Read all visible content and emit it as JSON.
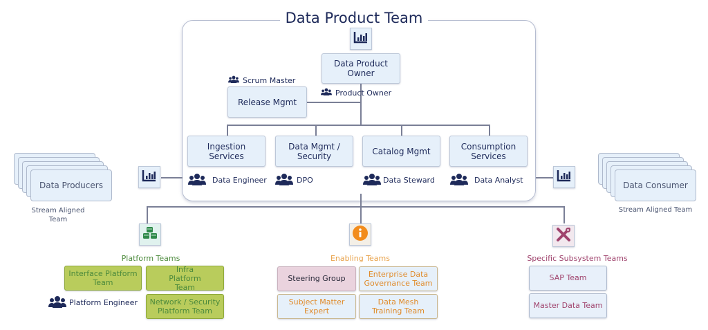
{
  "title": "Data Product Team",
  "colors": {
    "navy": "#1e2a5a",
    "box_fill": "#e6f0fa",
    "platform_green": "#4c8a3c",
    "platform_fill": "#b9cc5c",
    "enabling_orange": "#e08a2a",
    "subsystem_magenta": "#a0446e",
    "steering_pink": "#ead3de"
  },
  "icons": {
    "dashboard": "bar-chart-icon",
    "platform": "cubes-icon",
    "enabling": "info-icon",
    "subsystem": "tools-icon",
    "role": "users-icon"
  },
  "product_team": {
    "owner_box": "Data Product Owner",
    "owner_role": "Product Owner",
    "release_box": "Release Mgmt",
    "release_role": "Scrum Master",
    "services": [
      {
        "label": "Ingestion Services",
        "role": "Data Engineer"
      },
      {
        "label": "Data Mgmt / Security",
        "role": "DPO"
      },
      {
        "label": "Catalog Mgmt",
        "role": "Data Steward"
      },
      {
        "label": "Consumption Services",
        "role": "Data Analyst"
      }
    ]
  },
  "producers": {
    "label": "Data Producers",
    "caption": "Stream Aligned Team"
  },
  "consumers": {
    "label": "Data Consumer",
    "caption": "Stream Aligned Team"
  },
  "platform": {
    "title": "Platform Teams",
    "boxes": [
      "Interface Platform Team",
      "Infra Platform Team",
      "Network / Security Platform Team"
    ],
    "role": "Platform Engineer"
  },
  "enabling": {
    "title": "Enabling Teams",
    "boxes": [
      "Steering Group",
      "Enterprise Data Governance Team",
      "Subject Matter Expert",
      "Data Mesh Training Team"
    ]
  },
  "subsystem": {
    "title": "Specific Subsystem Teams",
    "boxes": [
      "SAP Team",
      "Master Data Team"
    ]
  }
}
